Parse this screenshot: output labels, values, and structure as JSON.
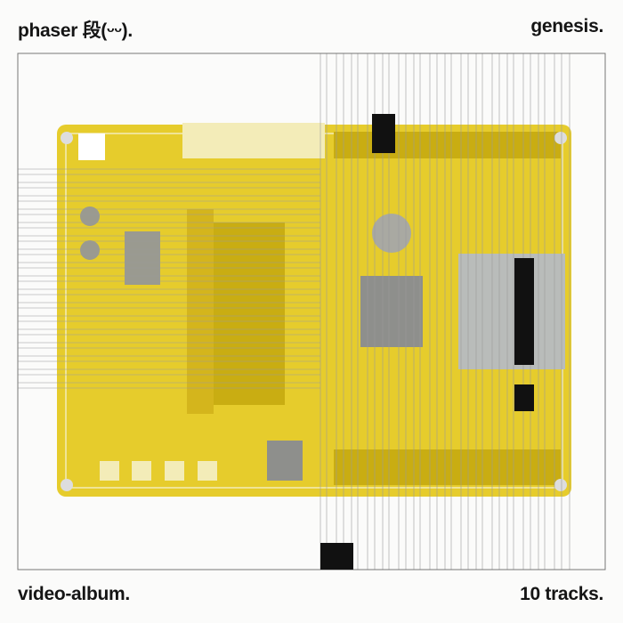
{
  "cover": {
    "artist": "phaser 段(ᵕᵕ).",
    "title": "genesis.",
    "format": "video-album.",
    "track_count": "10 tracks."
  },
  "colors": {
    "board": "#e6cc2c",
    "board_dark": "#c9ad12",
    "silk": "#f3ecb8",
    "chip": "#8e8f8c",
    "block": "#111111",
    "line": "#9a9a9a"
  }
}
